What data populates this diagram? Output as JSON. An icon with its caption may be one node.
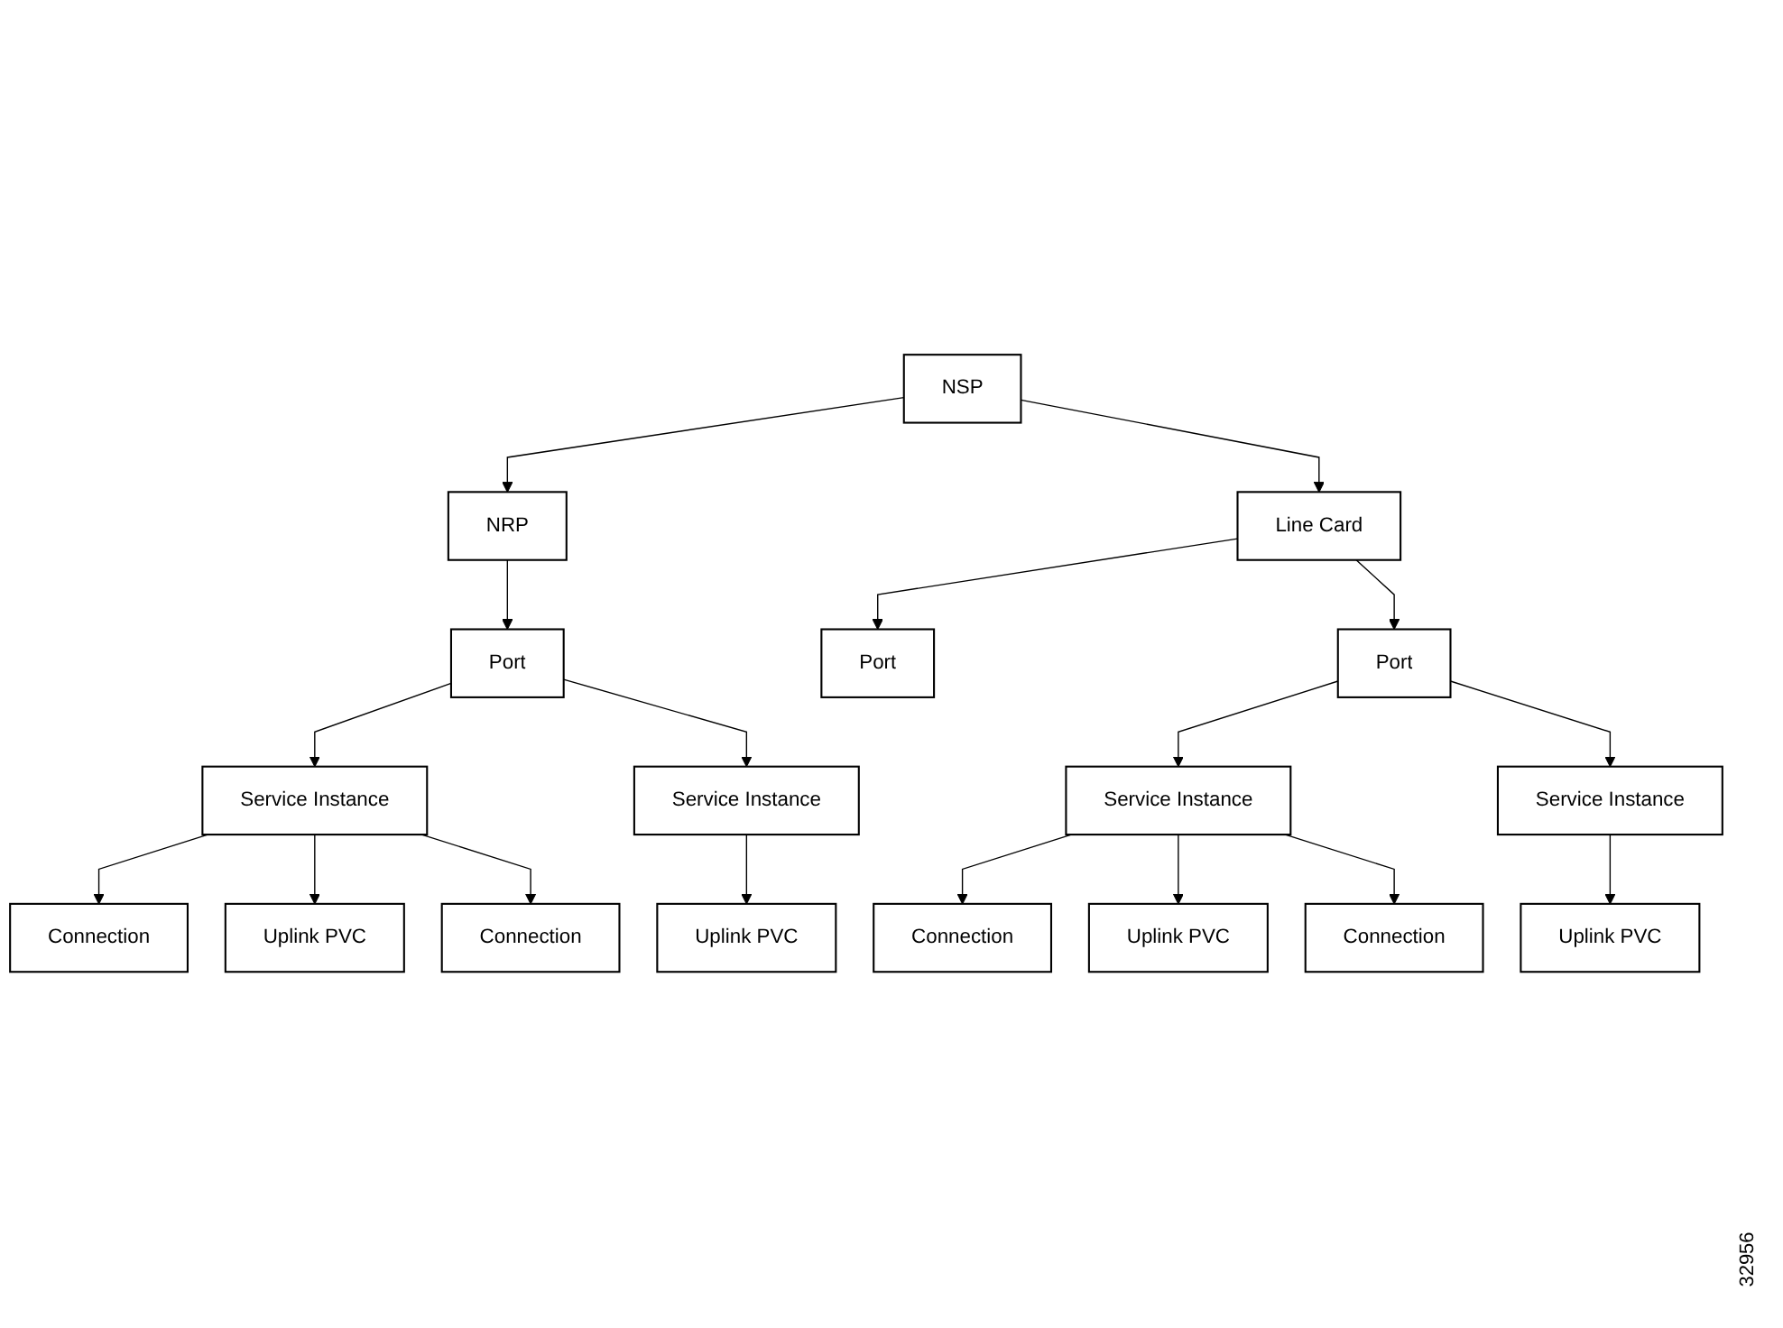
{
  "diagram": {
    "nodes": [
      {
        "text": [
          "NSP"
        ]
      },
      {
        "text": [
          "NRP"
        ]
      },
      {
        "text": [
          "Line Card"
        ]
      },
      {
        "text": [
          "Port"
        ]
      },
      {
        "text": [
          "Port"
        ]
      },
      {
        "text": [
          "Port"
        ]
      },
      {
        "text": [
          "Service Instance"
        ]
      },
      {
        "text": [
          "Service Instance"
        ]
      },
      {
        "text": [
          "Service Instance"
        ]
      },
      {
        "text": [
          "Service Instance"
        ]
      },
      {
        "text": [
          "Uplink PVC"
        ]
      },
      {
        "text": [
          "Uplink PVC"
        ]
      },
      {
        "text": [
          "Uplink PVC"
        ]
      },
      {
        "text": [
          "Uplink PVC"
        ]
      },
      {
        "text": [
          "Connection"
        ]
      },
      {
        "text": [
          "Connection"
        ]
      },
      {
        "text": [
          "Connection"
        ]
      },
      {
        "text": [
          "Connection"
        ]
      }
    ],
    "edges": [
      {
        "from": 0,
        "to": 1,
        "arrow": "to"
      },
      {
        "from": 0,
        "to": 2,
        "arrow": "to"
      },
      {
        "from": 1,
        "to": 3,
        "arrow": "to"
      },
      {
        "from": 2,
        "to": 4,
        "arrow": "to"
      },
      {
        "from": 2,
        "to": 5,
        "arrow": "to"
      },
      {
        "from": 3,
        "to": 6,
        "arrow": "to"
      },
      {
        "from": 3,
        "to": 7,
        "arrow": "to"
      },
      {
        "from": 5,
        "to": 8,
        "arrow": "to"
      },
      {
        "from": 5,
        "to": 9,
        "arrow": "to"
      },
      {
        "from": 6,
        "to": 14,
        "arrow": "to"
      },
      {
        "from": 6,
        "to": 10,
        "arrow": "to"
      },
      {
        "from": 6,
        "to": 15,
        "arrow": "to"
      },
      {
        "from": 7,
        "to": 11,
        "arrow": "to"
      },
      {
        "from": 8,
        "to": 16,
        "arrow": "to"
      },
      {
        "from": 8,
        "to": 12,
        "arrow": "to"
      },
      {
        "from": 8,
        "to": 17,
        "arrow": "to"
      },
      {
        "from": 9,
        "to": 13,
        "arrow": "to"
      }
    ],
    "labels": [
      "32956"
    ]
  }
}
